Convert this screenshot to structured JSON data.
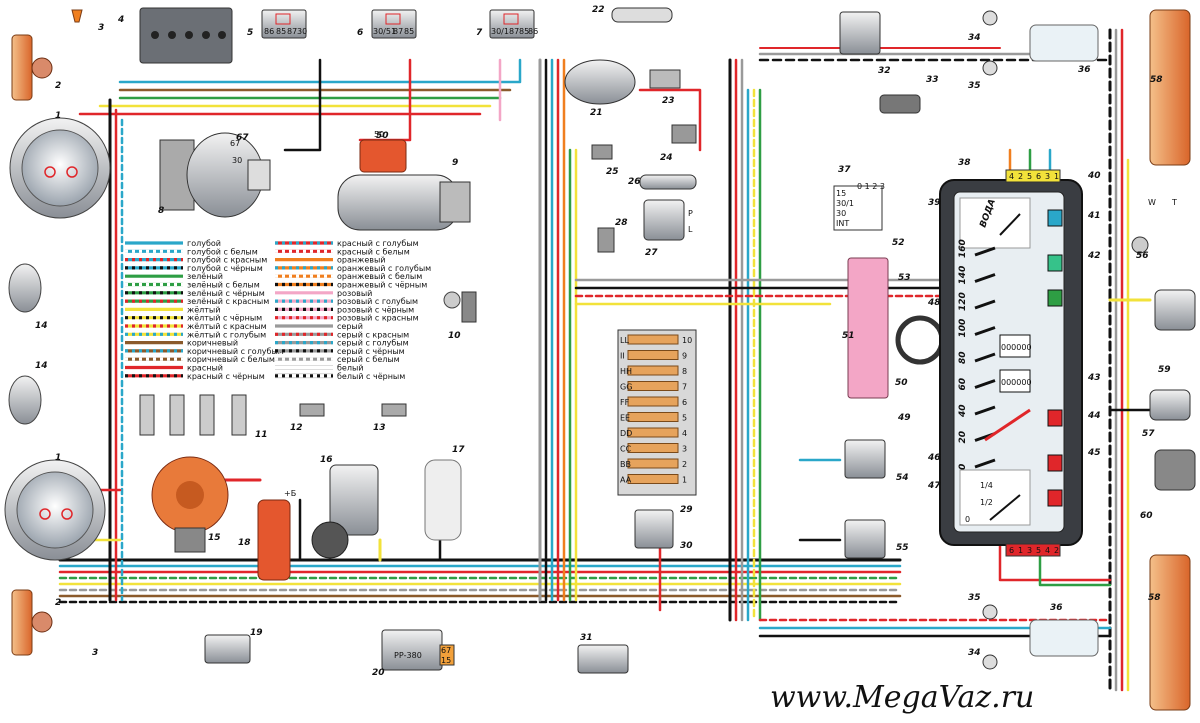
{
  "watermark": "www.MegaVaz.ru",
  "callouts": [
    "1",
    "2",
    "3",
    "4",
    "5",
    "6",
    "7",
    "8",
    "9",
    "10",
    "11",
    "12",
    "13",
    "14",
    "15",
    "16",
    "17",
    "18",
    "19",
    "20",
    "21",
    "22",
    "23",
    "24",
    "25",
    "26",
    "27",
    "28",
    "29",
    "30",
    "31",
    "32",
    "33",
    "34",
    "35",
    "36",
    "37",
    "38",
    "39",
    "40",
    "41",
    "42",
    "43",
    "44",
    "45",
    "46",
    "47",
    "48",
    "49",
    "50",
    "51",
    "52",
    "53",
    "54",
    "55",
    "56",
    "57",
    "58",
    "59",
    "60",
    "67"
  ],
  "legend": {
    "left": [
      "голубой",
      "голубой с белым",
      "голубой с красным",
      "голубой с чёрным",
      "зелёный",
      "зелёный с белым",
      "зелёный с чёрным",
      "зелёный с красным",
      "жёлтый",
      "жёлтый с чёрным",
      "жёлтый с красным",
      "жёлтый с голубым",
      "коричневый",
      "коричневый с голубым",
      "коричневый с белым",
      "красный",
      "красный с чёрным"
    ],
    "right": [
      "красный с голубым",
      "красный с белым",
      "оранжевый",
      "оранжевый с голубым",
      "оранжевый с белым",
      "оранжевый с чёрным",
      "розовый",
      "розовый с голубым",
      "розовый с чёрным",
      "розовый с красным",
      "серый",
      "серый с красным",
      "серый с голубым",
      "серый с чёрным",
      "серый с белым",
      "белый",
      "белый с чёрным"
    ]
  },
  "legend_colors": {
    "left": [
      [
        "#2aa7c9",
        null
      ],
      [
        "#2aa7c9",
        "#ffffff"
      ],
      [
        "#2aa7c9",
        "#e0262a"
      ],
      [
        "#2aa7c9",
        "#111111"
      ],
      [
        "#2e9e44",
        null
      ],
      [
        "#2e9e44",
        "#ffffff"
      ],
      [
        "#2e9e44",
        "#111111"
      ],
      [
        "#2e9e44",
        "#e0262a"
      ],
      [
        "#f2e23a",
        null
      ],
      [
        "#f2e23a",
        "#111111"
      ],
      [
        "#f2e23a",
        "#e0262a"
      ],
      [
        "#f2e23a",
        "#2aa7c9"
      ],
      [
        "#8b5a2b",
        null
      ],
      [
        "#8b5a2b",
        "#2aa7c9"
      ],
      [
        "#8b5a2b",
        "#ffffff"
      ],
      [
        "#e0262a",
        null
      ],
      [
        "#e0262a",
        "#111111"
      ]
    ],
    "right": [
      [
        "#e0262a",
        "#2aa7c9"
      ],
      [
        "#e0262a",
        "#ffffff"
      ],
      [
        "#f07f1f",
        null
      ],
      [
        "#f07f1f",
        "#2aa7c9"
      ],
      [
        "#f07f1f",
        "#ffffff"
      ],
      [
        "#f07f1f",
        "#111111"
      ],
      [
        "#f3a6c6",
        null
      ],
      [
        "#f3a6c6",
        "#2aa7c9"
      ],
      [
        "#f3a6c6",
        "#111111"
      ],
      [
        "#f3a6c6",
        "#e0262a"
      ],
      [
        "#9a9a9a",
        null
      ],
      [
        "#9a9a9a",
        "#e0262a"
      ],
      [
        "#9a9a9a",
        "#2aa7c9"
      ],
      [
        "#9a9a9a",
        "#111111"
      ],
      [
        "#9a9a9a",
        "#ffffff"
      ],
      [
        "#ffffff",
        null
      ],
      [
        "#ffffff",
        "#111111"
      ]
    ]
  },
  "speedometer": {
    "scale": [
      "0",
      "20",
      "40",
      "60",
      "80",
      "100",
      "120",
      "140",
      "160"
    ],
    "odometer": "000000",
    "trip": "000000",
    "water_label": "ВОДА",
    "fuel_half": "1/2",
    "fuel_quarter": "1/4",
    "fuel_zero": "0"
  },
  "relay_labels": {
    "r5": [
      "86",
      "85",
      "87",
      "30"
    ],
    "r6": [
      "30/51",
      "87",
      "85"
    ],
    "r7": [
      "30/1",
      "87",
      "85",
      "86"
    ]
  },
  "fusebox_letters": [
    "A",
    "A",
    "B",
    "B",
    "C",
    "C",
    "D",
    "D",
    "E",
    "E",
    "F",
    "F",
    "G",
    "G",
    "H",
    "H",
    "I",
    "I",
    "L",
    "L"
  ],
  "fusebox_numbers": [
    "1",
    "2",
    "3",
    "4",
    "5",
    "6",
    "7",
    "8",
    "9",
    "10"
  ],
  "connector_top": [
    "4",
    "2",
    "5",
    "6",
    "3",
    "1"
  ],
  "connector_bottom": [
    "6",
    "1",
    "3",
    "5",
    "4",
    "2"
  ],
  "regulator_label": "РР-380",
  "regulator_pins": [
    "67",
    "15"
  ],
  "gen_pins": [
    "67",
    "30"
  ],
  "coil_label": "+Б",
  "switch37_pins": [
    "15",
    "30/1",
    "30",
    "INT"
  ],
  "switch37_positions": "0 1 2 3",
  "w_t_labels": [
    "W",
    "T"
  ],
  "pin_30": "30",
  "pin_50": "50",
  "pr_labels": [
    "P",
    "L"
  ]
}
